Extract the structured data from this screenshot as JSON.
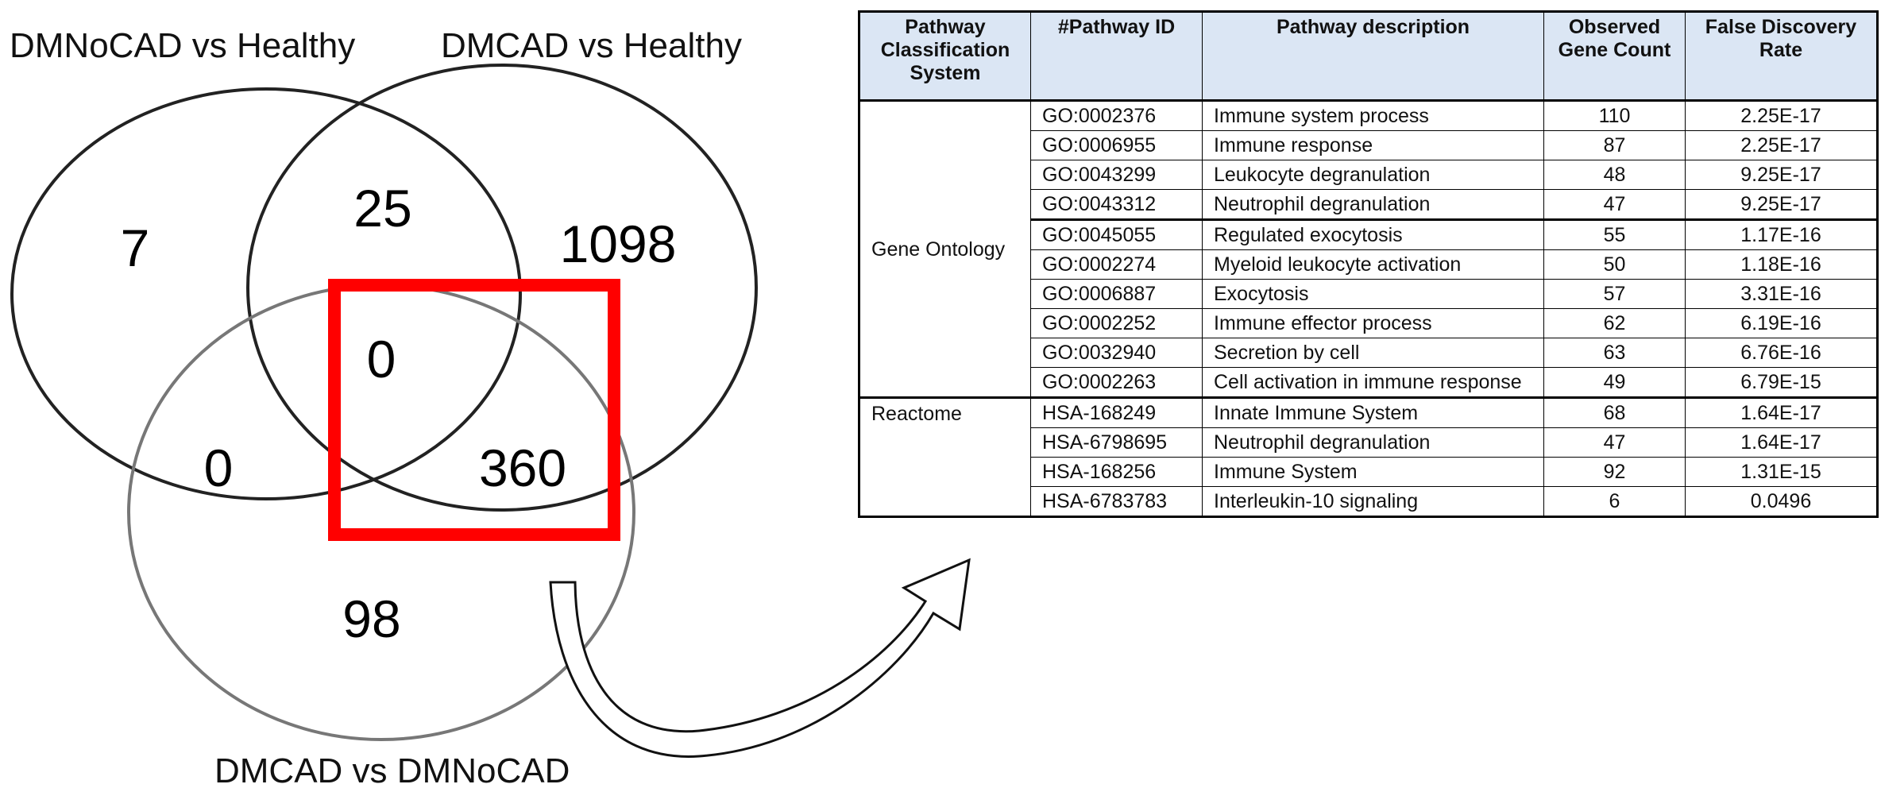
{
  "venn": {
    "sets": [
      {
        "name": "DMNoCAD vs Healthy"
      },
      {
        "name": "DMCAD vs Healthy"
      },
      {
        "name": "DMCAD vs DMNoCAD"
      }
    ],
    "regions": [
      {
        "sets": [
          "DMNoCAD vs Healthy"
        ],
        "count": "7"
      },
      {
        "sets": [
          "DMNoCAD vs Healthy",
          "DMCAD vs Healthy"
        ],
        "count": "25"
      },
      {
        "sets": [
          "DMCAD vs Healthy"
        ],
        "count": "1098"
      },
      {
        "sets": [
          "DMNoCAD vs Healthy",
          "DMCAD vs Healthy",
          "DMCAD vs DMNoCAD"
        ],
        "count": "0"
      },
      {
        "sets": [
          "DMNoCAD vs Healthy",
          "DMCAD vs DMNoCAD"
        ],
        "count": "0"
      },
      {
        "sets": [
          "DMCAD vs Healthy",
          "DMCAD vs DMNoCAD"
        ],
        "count": "360"
      },
      {
        "sets": [
          "DMCAD vs DMNoCAD"
        ],
        "count": "98"
      }
    ],
    "highlight_color": "#ff0000"
  },
  "table": {
    "headers": [
      "Pathway Classification System",
      "#Pathway ID",
      "Pathway description",
      "Observed Gene Count",
      "False Discovery Rate"
    ],
    "sections": [
      {
        "system": "Gene Ontology",
        "rows": [
          [
            "GO:0002376",
            "Immune system process",
            "110",
            "2.25E-17"
          ],
          [
            "GO:0006955",
            "Immune response",
            "87",
            "2.25E-17"
          ],
          [
            "GO:0043299",
            "Leukocyte degranulation",
            "48",
            "9.25E-17"
          ],
          [
            "GO:0043312",
            "Neutrophil degranulation",
            "47",
            "9.25E-17"
          ],
          [
            "GO:0045055",
            "Regulated exocytosis",
            "55",
            "1.17E-16"
          ],
          [
            "GO:0002274",
            "Myeloid leukocyte activation",
            "50",
            "1.18E-16"
          ],
          [
            "GO:0006887",
            "Exocytosis",
            "57",
            "3.31E-16"
          ],
          [
            "GO:0002252",
            "Immune effector process",
            "62",
            "6.19E-16"
          ],
          [
            "GO:0032940",
            "Secretion by cell",
            "63",
            "6.76E-16"
          ],
          [
            "GO:0002263",
            "Cell activation in immune response",
            "49",
            "6.79E-15"
          ]
        ]
      },
      {
        "system": "Reactome",
        "rows": [
          [
            "HSA-168249",
            "Innate Immune System",
            "68",
            "1.64E-17"
          ],
          [
            "HSA-6798695",
            "Neutrophil degranulation",
            "47",
            "1.64E-17"
          ],
          [
            "HSA-168256",
            "Immune System",
            "92",
            "1.31E-15"
          ],
          [
            "HSA-6783783",
            "Interleukin-10 signaling",
            "6",
            "0.0496"
          ]
        ]
      }
    ]
  }
}
